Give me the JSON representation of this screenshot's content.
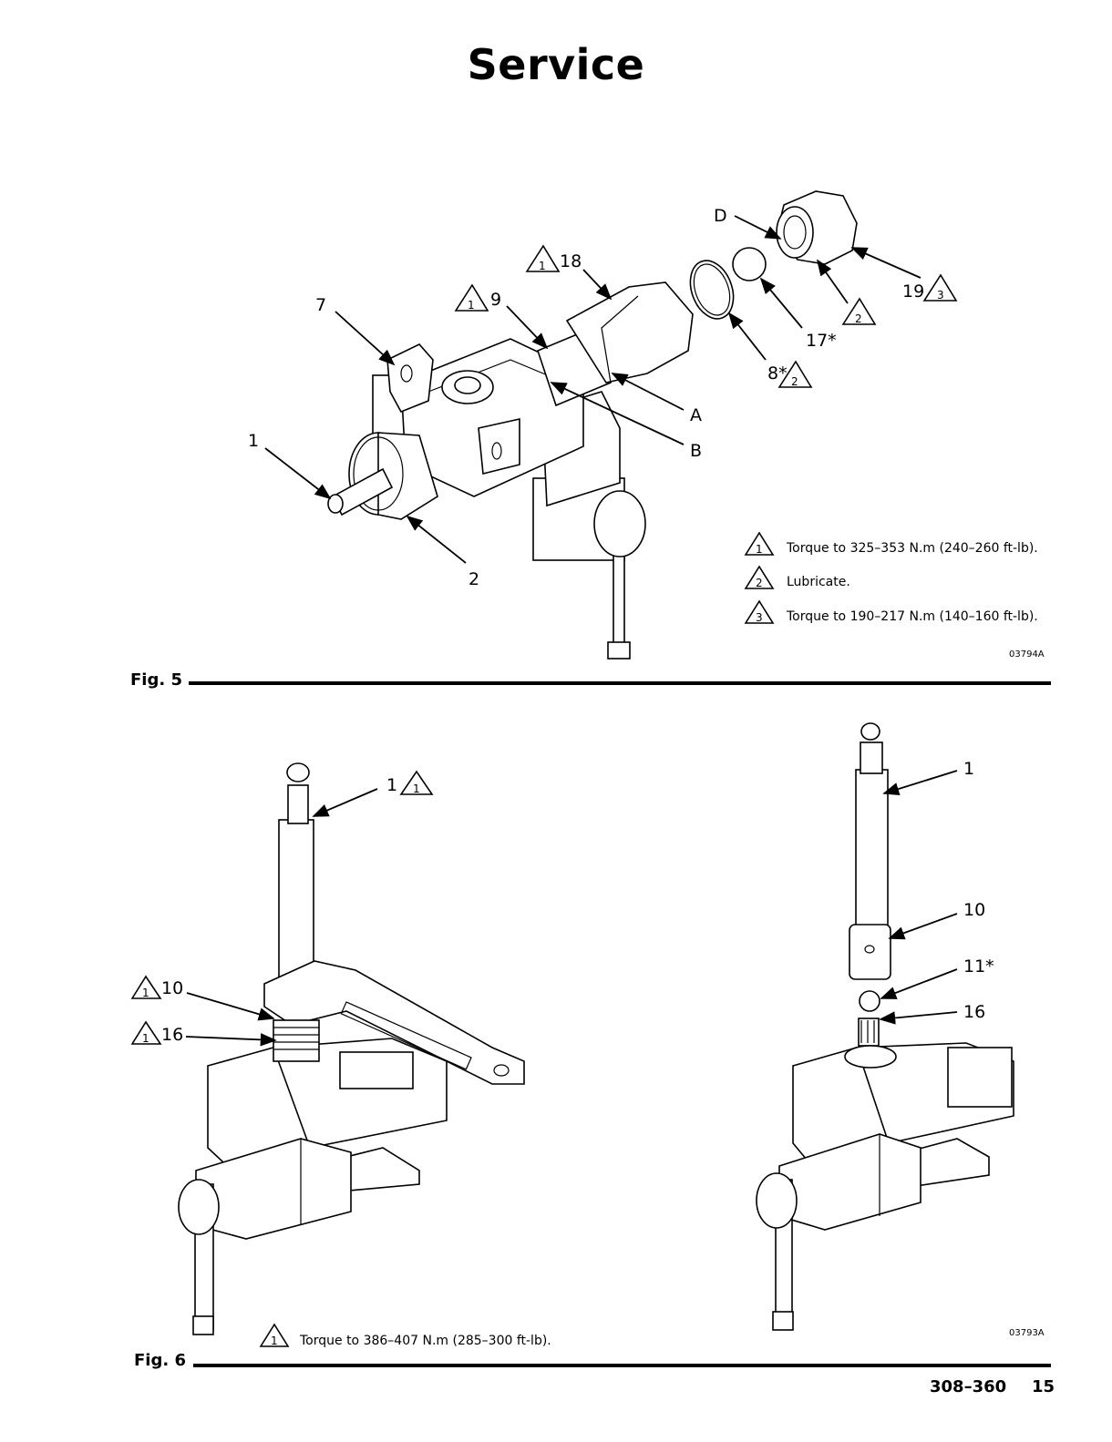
{
  "page": {
    "title": "Service",
    "footer_doc": "308–360",
    "footer_page": "15"
  },
  "fig5": {
    "label": "Fig. 5",
    "code": "03794A",
    "callouts": {
      "c1": "1",
      "c2": "2",
      "c7": "7",
      "c9": "9",
      "c18": "18",
      "cD": "D",
      "c19": "19",
      "c17": "17*",
      "c8": "8*",
      "cA": "A",
      "cB": "B"
    },
    "notes": [
      {
        "num": "1",
        "text": "Torque to 325–353 N.m (240–260 ft-lb)."
      },
      {
        "num": "2",
        "text": "Lubricate."
      },
      {
        "num": "3",
        "text": "Torque to 190–217 N.m (140–160 ft-lb)."
      }
    ]
  },
  "fig6": {
    "label": "Fig. 6",
    "code": "03793A",
    "callouts_left": {
      "c1": "1",
      "c10": "10",
      "c16": "16"
    },
    "callouts_right": {
      "c1": "1",
      "c10": "10",
      "c11": "11*",
      "c16": "16"
    },
    "note": {
      "num": "1",
      "text": "Torque to 386–407 N.m (285–300 ft-lb)."
    }
  },
  "triangle_refs": {
    "t1": "1",
    "t2": "2",
    "t3": "3"
  },
  "icons": [
    "warning-triangle-icon",
    "arrow-icon"
  ]
}
